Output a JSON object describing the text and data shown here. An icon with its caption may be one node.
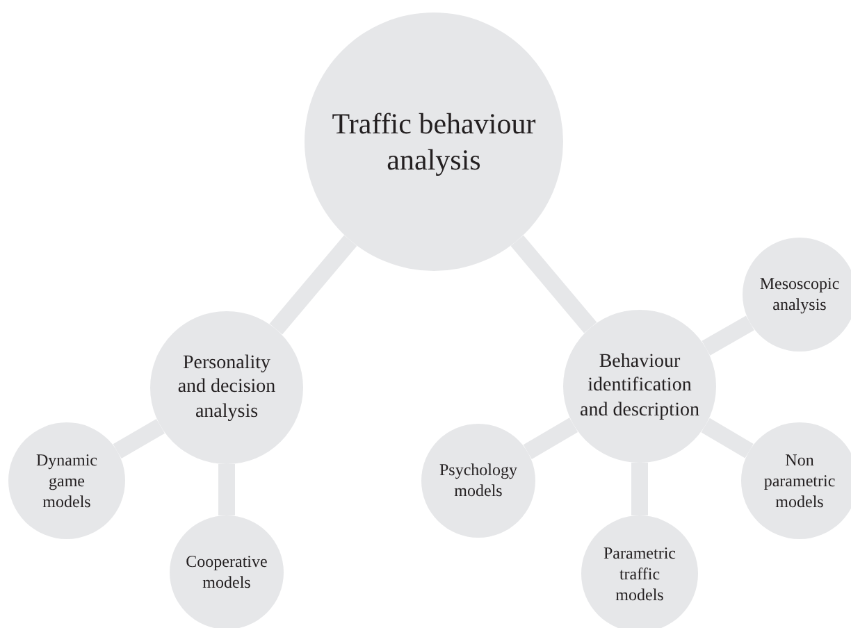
{
  "diagram": {
    "nodes": [
      {
        "text": [
          "Traffic behaviour analysis"
        ]
      },
      {
        "text": [
          "Personality and decision analysis"
        ]
      },
      {
        "text": [
          "Dynamic game models"
        ]
      },
      {
        "text": [
          "Cooperative models"
        ]
      },
      {
        "text": [
          "Behaviour identification and description"
        ]
      },
      {
        "text": [
          "Mesoscopic analysis"
        ]
      },
      {
        "text": [
          "Psychology models"
        ]
      },
      {
        "text": [
          "Parametric traffic models"
        ]
      },
      {
        "text": [
          "Non parametric models"
        ]
      }
    ],
    "edges": [
      {
        "from": 0,
        "to": 1,
        "arrow": "none"
      },
      {
        "from": 0,
        "to": 4,
        "arrow": "none"
      },
      {
        "from": 1,
        "to": 2,
        "arrow": "none"
      },
      {
        "from": 1,
        "to": 3,
        "arrow": "none"
      },
      {
        "from": 4,
        "to": 5,
        "arrow": "none"
      },
      {
        "from": 4,
        "to": 6,
        "arrow": "none"
      },
      {
        "from": 4,
        "to": 7,
        "arrow": "none"
      },
      {
        "from": 4,
        "to": 8,
        "arrow": "none"
      }
    ]
  }
}
